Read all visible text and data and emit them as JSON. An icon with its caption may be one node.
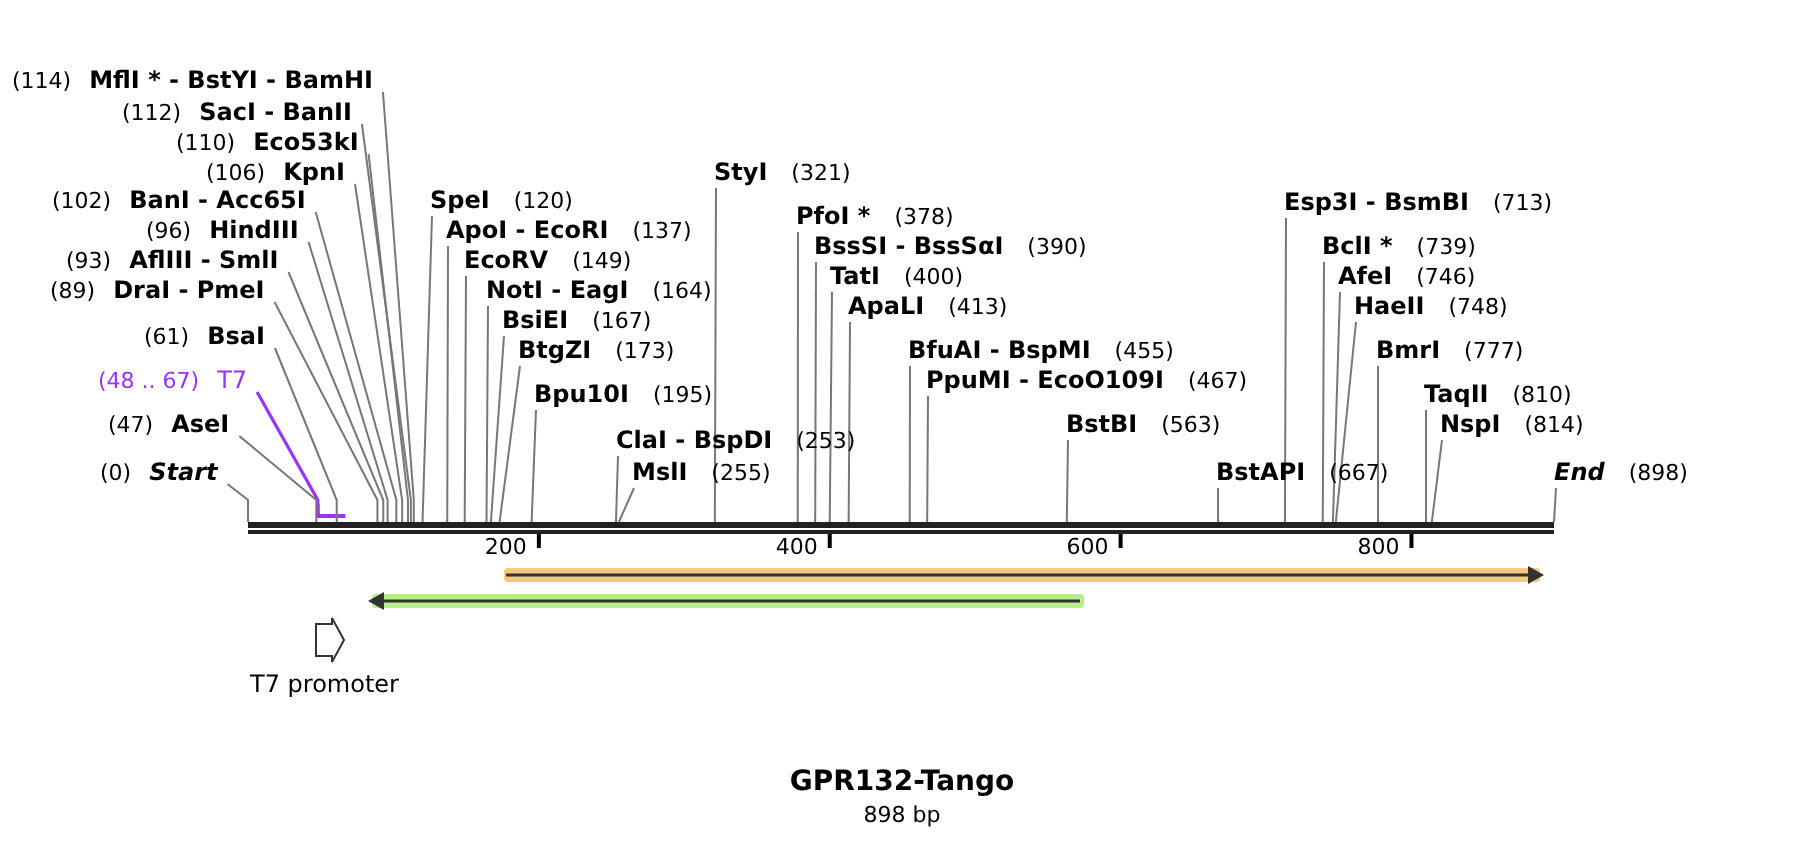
{
  "diagram": {
    "title": "GPR132-Tango",
    "caption": "898 bp",
    "nodes": [
      {
        "text": [
          "MflI * - BstYI - BamHI"
        ],
        "beside": [
          "(114)"
        ]
      },
      {
        "text": [
          "SacI - BanII"
        ],
        "beside": [
          "(112)"
        ]
      },
      {
        "text": [
          "Eco53kI"
        ],
        "beside": [
          "(110)"
        ]
      },
      {
        "text": [
          "KpnI"
        ],
        "beside": [
          "(106)"
        ]
      },
      {
        "text": [
          "BanI - Acc65I"
        ],
        "beside": [
          "(102)"
        ]
      },
      {
        "text": [
          "HindIII"
        ],
        "beside": [
          "(96)"
        ]
      },
      {
        "text": [
          "AflIII - SmlI"
        ],
        "beside": [
          "(93)"
        ]
      },
      {
        "text": [
          "DraI - PmeI"
        ],
        "beside": [
          "(89)"
        ]
      },
      {
        "text": [
          "BsaI"
        ],
        "beside": [
          "(61)"
        ]
      },
      {
        "text": [
          "T7"
        ],
        "beside": [
          "(48 .. 67)"
        ]
      },
      {
        "text": [
          "AseI"
        ],
        "beside": [
          "(47)"
        ]
      },
      {
        "text": [
          "Start"
        ],
        "beside": [
          "(0)"
        ]
      },
      {
        "text": [
          "SpeI"
        ],
        "beside": [
          "(120)"
        ]
      },
      {
        "text": [
          "ApoI - EcoRI"
        ],
        "beside": [
          "(137)"
        ]
      },
      {
        "text": [
          "EcoRV"
        ],
        "beside": [
          "(149)"
        ]
      },
      {
        "text": [
          "NotI - EagI"
        ],
        "beside": [
          "(164)"
        ]
      },
      {
        "text": [
          "BsiEI"
        ],
        "beside": [
          "(167)"
        ]
      },
      {
        "text": [
          "BtgZI"
        ],
        "beside": [
          "(173)"
        ]
      },
      {
        "text": [
          "Bpu10I"
        ],
        "beside": [
          "(195)"
        ]
      },
      {
        "text": [
          "ClaI - BspDI"
        ],
        "beside": [
          "(253)"
        ]
      },
      {
        "text": [
          "MslI"
        ],
        "beside": [
          "(255)"
        ]
      },
      {
        "text": [
          "StyI"
        ],
        "beside": [
          "(321)"
        ]
      },
      {
        "text": [
          "PfoI *"
        ],
        "beside": [
          "(378)"
        ]
      },
      {
        "text": [
          "BssSI - BssSαI"
        ],
        "beside": [
          "(390)"
        ]
      },
      {
        "text": [
          "TatI"
        ],
        "beside": [
          "(400)"
        ]
      },
      {
        "text": [
          "ApaLI"
        ],
        "beside": [
          "(413)"
        ]
      },
      {
        "text": [
          "BfuAI - BspMI"
        ],
        "beside": [
          "(455)"
        ]
      },
      {
        "text": [
          "PpuMI - EcoO109I"
        ],
        "beside": [
          "(467)"
        ]
      },
      {
        "text": [
          "BstBI"
        ],
        "beside": [
          "(563)"
        ]
      },
      {
        "text": [
          "BstAPI"
        ],
        "beside": [
          "(667)"
        ]
      },
      {
        "text": [
          "Esp3I - BsmBI"
        ],
        "beside": [
          "(713)"
        ]
      },
      {
        "text": [
          "BclI *"
        ],
        "beside": [
          "(739)"
        ]
      },
      {
        "text": [
          "AfeI"
        ],
        "beside": [
          "(746)"
        ]
      },
      {
        "text": [
          "HaeII"
        ],
        "beside": [
          "(748)"
        ]
      },
      {
        "text": [
          "BmrI"
        ],
        "beside": [
          "(777)"
        ]
      },
      {
        "text": [
          "TaqII"
        ],
        "beside": [
          "(810)"
        ]
      },
      {
        "text": [
          "NspI"
        ],
        "beside": [
          "(814)"
        ]
      },
      {
        "text": [
          "End"
        ],
        "beside": [
          "(898)"
        ]
      },
      {
        "text": [
          "T7 promoter"
        ]
      },
      {
        "text": [],
        "shape": "bar"
      },
      {
        "text": [],
        "shape": "bar"
      }
    ],
    "edges": [
      {
        "from": 0,
        "to": 39,
        "arrow": "none"
      },
      {
        "from": 1,
        "to": 39,
        "arrow": "none"
      },
      {
        "from": 2,
        "to": 39,
        "arrow": "none"
      },
      {
        "from": 3,
        "to": 39,
        "arrow": "none"
      },
      {
        "from": 4,
        "to": 39,
        "arrow": "none"
      },
      {
        "from": 5,
        "to": 39,
        "arrow": "none"
      },
      {
        "from": 6,
        "to": 39,
        "arrow": "none"
      },
      {
        "from": 7,
        "to": 39,
        "arrow": "none"
      },
      {
        "from": 8,
        "to": 39,
        "arrow": "none"
      },
      {
        "from": 9,
        "to": 40,
        "arrow": "none",
        "color": "#9933ff"
      },
      {
        "from": 10,
        "to": 39,
        "arrow": "none"
      },
      {
        "from": 11,
        "to": 39,
        "arrow": "none"
      },
      {
        "from": 12,
        "to": 39,
        "arrow": "none"
      },
      {
        "from": 13,
        "to": 39,
        "arrow": "none"
      },
      {
        "from": 14,
        "to": 39,
        "arrow": "none"
      },
      {
        "from": 15,
        "to": 39,
        "arrow": "none"
      },
      {
        "from": 16,
        "to": 39,
        "arrow": "none"
      },
      {
        "from": 17,
        "to": 39,
        "arrow": "none"
      },
      {
        "from": 18,
        "to": 39,
        "arrow": "none"
      },
      {
        "from": 19,
        "to": 39,
        "arrow": "none"
      },
      {
        "from": 20,
        "to": 39,
        "arrow": "none"
      },
      {
        "from": 21,
        "to": 39,
        "arrow": "none"
      },
      {
        "from": 22,
        "to": 39,
        "arrow": "none"
      },
      {
        "from": 23,
        "to": 39,
        "arrow": "none"
      },
      {
        "from": 24,
        "to": 39,
        "arrow": "none"
      },
      {
        "from": 25,
        "to": 39,
        "arrow": "none"
      },
      {
        "from": 26,
        "to": 39,
        "arrow": "none"
      },
      {
        "from": 27,
        "to": 39,
        "arrow": "none"
      },
      {
        "from": 28,
        "to": 39,
        "arrow": "none"
      },
      {
        "from": 29,
        "to": 39,
        "arrow": "none"
      },
      {
        "from": 30,
        "to": 39,
        "arrow": "none"
      },
      {
        "from": 31,
        "to": 39,
        "arrow": "none"
      },
      {
        "from": 32,
        "to": 39,
        "arrow": "none"
      },
      {
        "from": 33,
        "to": 39,
        "arrow": "none"
      },
      {
        "from": 34,
        "to": 39,
        "arrow": "none"
      },
      {
        "from": 35,
        "to": 39,
        "arrow": "none"
      },
      {
        "from": 36,
        "to": 39,
        "arrow": "none"
      },
      {
        "from": 37,
        "to": 39,
        "arrow": "none"
      }
    ],
    "labels": [
      "200",
      "400",
      "600",
      "800"
    ]
  }
}
